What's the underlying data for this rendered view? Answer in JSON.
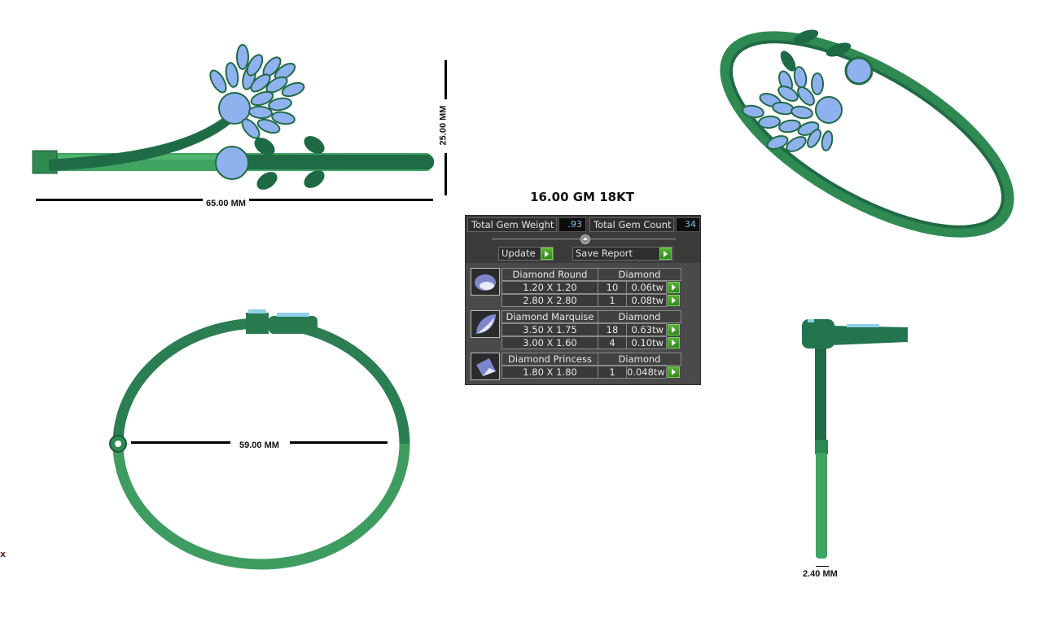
{
  "title": "16.00 GM 18KT",
  "dimensions": {
    "length": "65.00 MM",
    "height": "25.00 MM",
    "inner_diameter": "59.00 MM",
    "thickness": "2.40 MM"
  },
  "corner_mark": "x",
  "panel": {
    "total_gem_weight_label": "Total Gem Weight",
    "total_gem_weight_value": ".93",
    "total_gem_count_label": "Total Gem Count",
    "total_gem_count_value": "34",
    "update_label": "Update",
    "save_report_label": "Save Report",
    "groups": [
      {
        "shape": "Diamond Round",
        "type": "Diamond",
        "icon": "round-gem-icon",
        "rows": [
          {
            "size": "1.20 X 1.20",
            "count": "10",
            "weight": "0.06tw"
          },
          {
            "size": "2.80 X 2.80",
            "count": "1",
            "weight": "0.08tw"
          }
        ]
      },
      {
        "shape": "Diamond Marquise",
        "type": "Diamond",
        "icon": "marquise-gem-icon",
        "rows": [
          {
            "size": "3.50 X 1.75",
            "count": "18",
            "weight": "0.63tw"
          },
          {
            "size": "3.00 X 1.60",
            "count": "4",
            "weight": "0.10tw"
          }
        ]
      },
      {
        "shape": "Diamond Princess",
        "type": "Diamond",
        "icon": "princess-gem-icon",
        "rows": [
          {
            "size": "1.80 X 1.80",
            "count": "1",
            "weight": "0.048tw"
          }
        ]
      }
    ]
  },
  "colors": {
    "metal_dark": "#1f6b45",
    "metal_light": "#3fa362",
    "gem": "#8fb2ef",
    "panel_bg": "#4a4a4a",
    "go_green": "#3c9a22"
  }
}
